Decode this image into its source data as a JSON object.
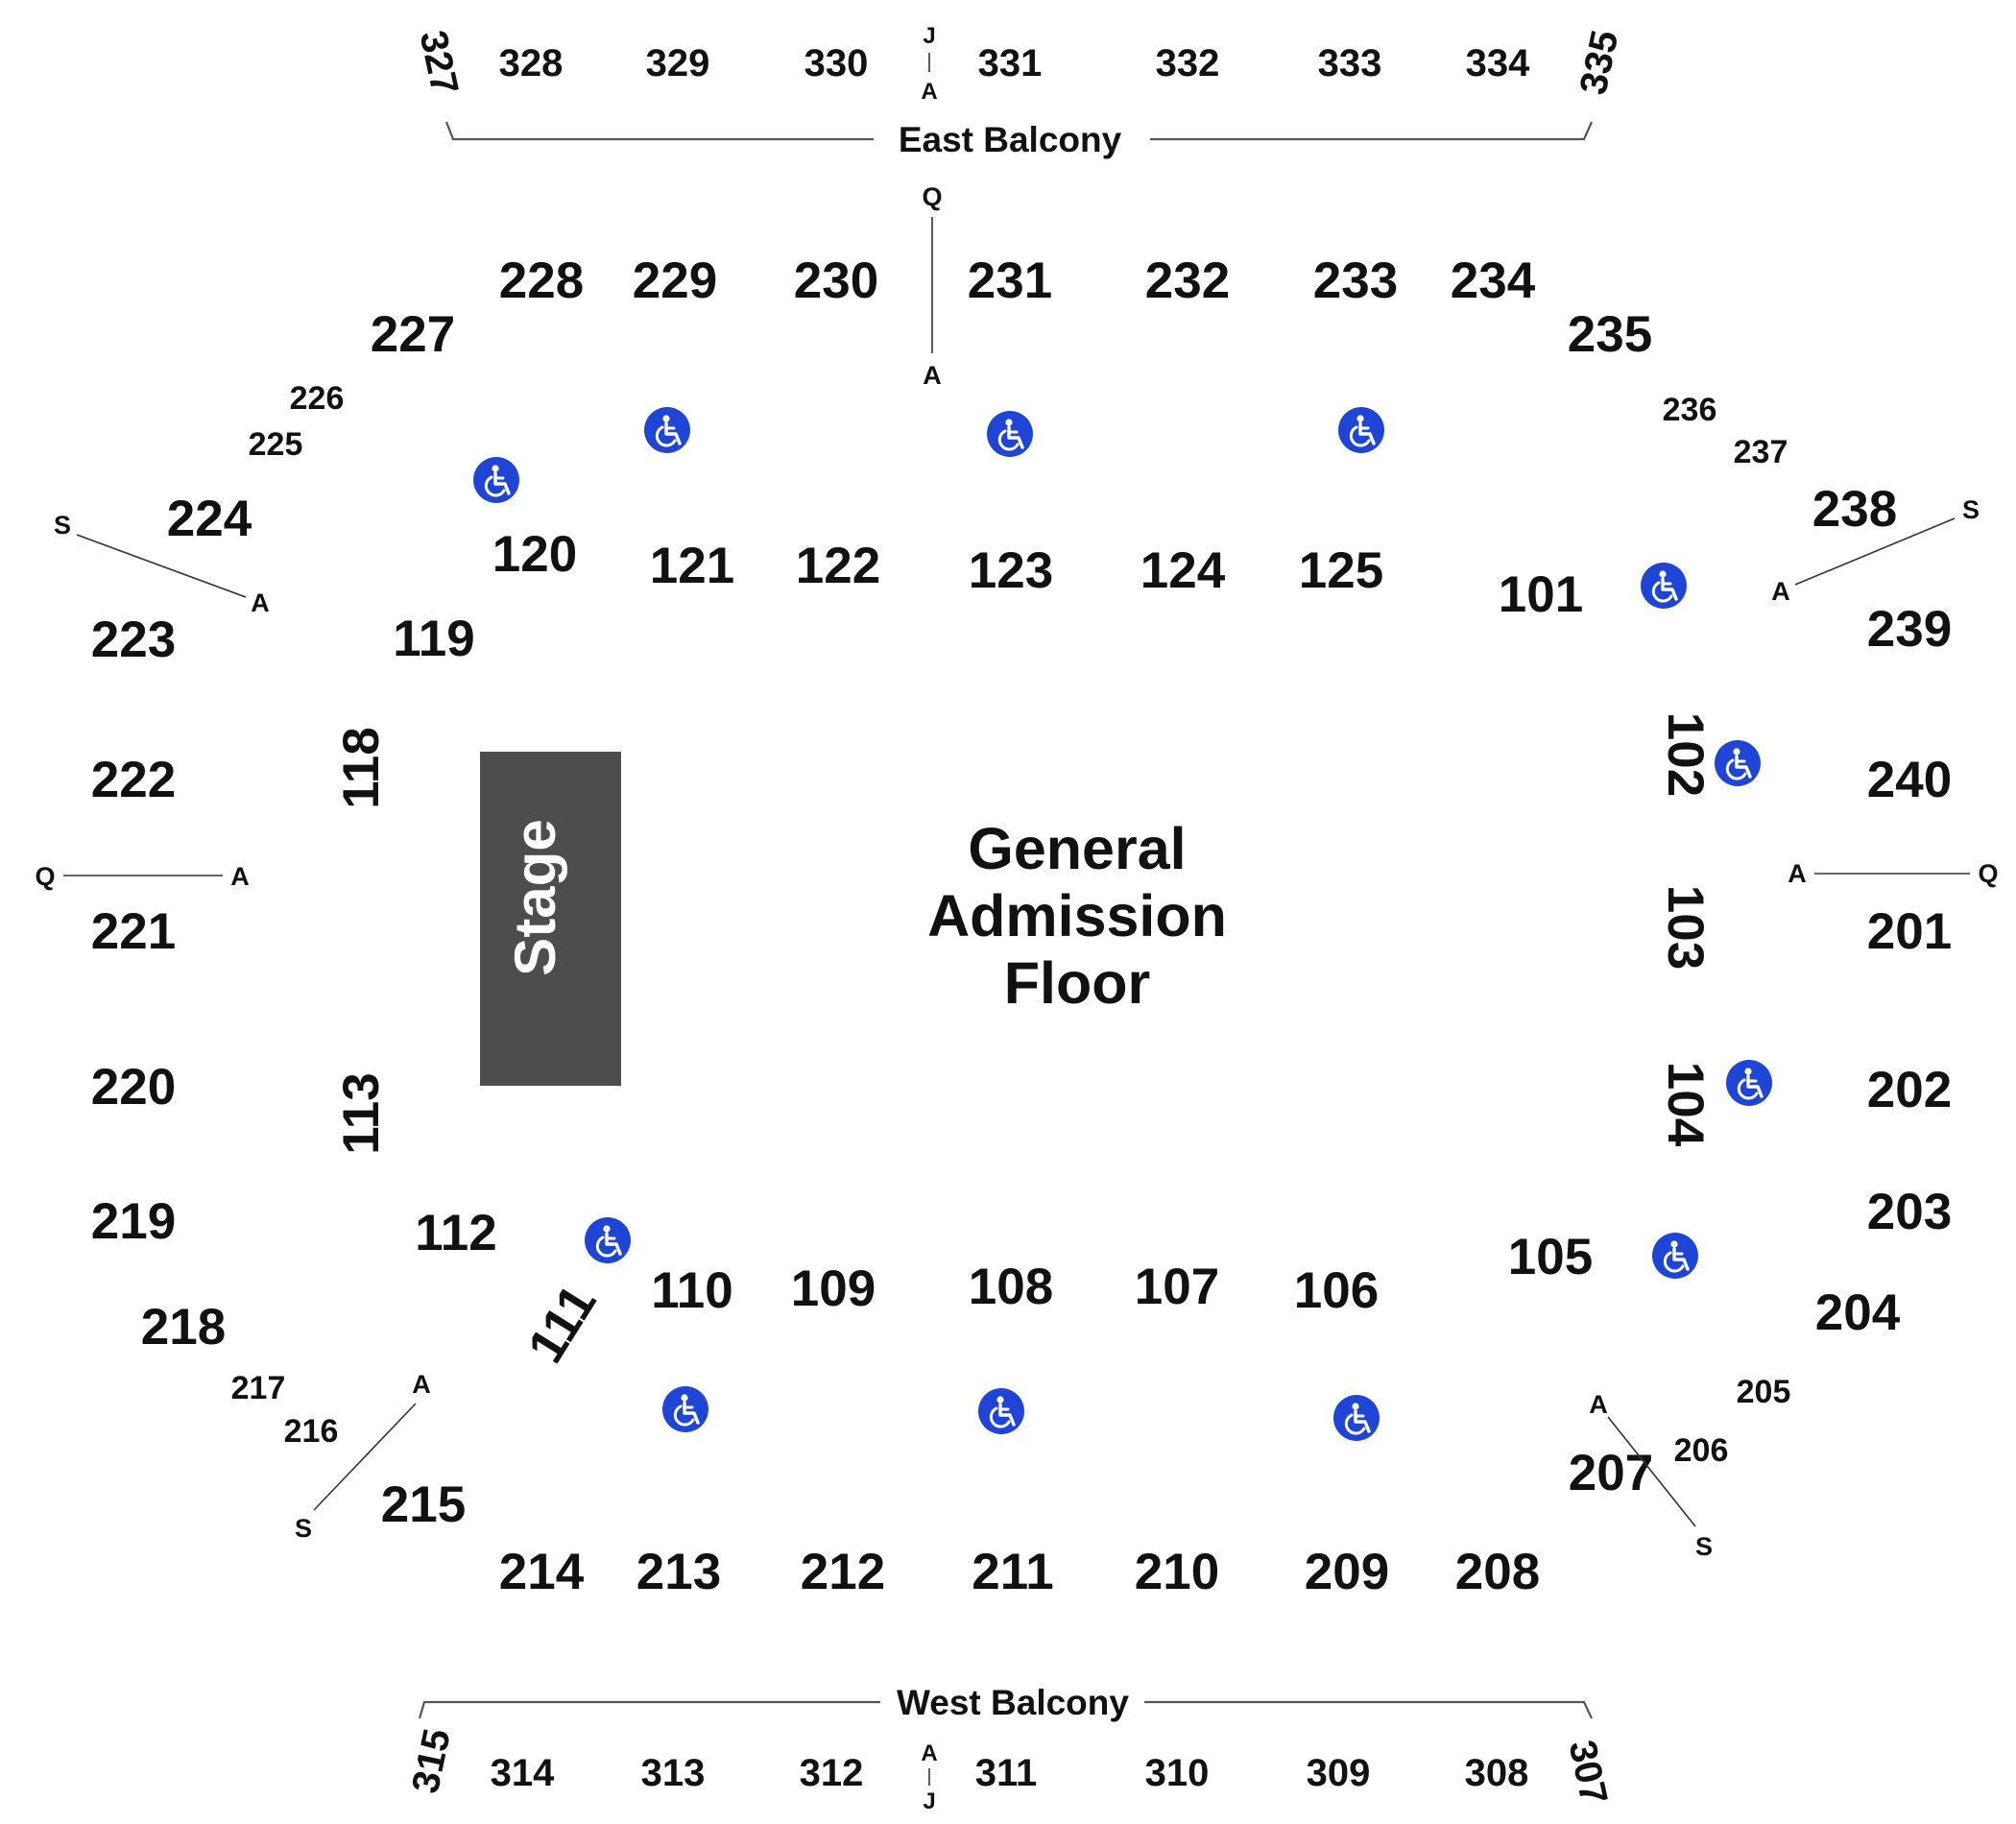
{
  "floor": {
    "line1": "General",
    "line2": "Admission",
    "line3": "Floor"
  },
  "stage": {
    "label": "Stage",
    "color": "#4d4d4d"
  },
  "balconies": {
    "east": "East Balcony",
    "west": "West Balcony"
  },
  "accessible_icon": {
    "name": "wheelchair-icon",
    "color": "#1f45d6"
  },
  "sections": {
    "s101": "101",
    "s102": "102",
    "s103": "103",
    "s104": "104",
    "s105": "105",
    "s106": "106",
    "s107": "107",
    "s108": "108",
    "s109": "109",
    "s110": "110",
    "s111": "111",
    "s112": "112",
    "s113": "113",
    "s118": "118",
    "s119": "119",
    "s120": "120",
    "s121": "121",
    "s122": "122",
    "s123": "123",
    "s124": "124",
    "s125": "125",
    "s201": "201",
    "s202": "202",
    "s203": "203",
    "s204": "204",
    "s205": "205",
    "s206": "206",
    "s207": "207",
    "s208": "208",
    "s209": "209",
    "s210": "210",
    "s211": "211",
    "s212": "212",
    "s213": "213",
    "s214": "214",
    "s215": "215",
    "s216": "216",
    "s217": "217",
    "s218": "218",
    "s219": "219",
    "s220": "220",
    "s221": "221",
    "s222": "222",
    "s223": "223",
    "s224": "224",
    "s225": "225",
    "s226": "226",
    "s227": "227",
    "s228": "228",
    "s229": "229",
    "s230": "230",
    "s231": "231",
    "s232": "232",
    "s233": "233",
    "s234": "234",
    "s235": "235",
    "s236": "236",
    "s237": "237",
    "s238": "238",
    "s239": "239",
    "s240": "240",
    "s307": "307",
    "s308": "308",
    "s309": "309",
    "s310": "310",
    "s311": "311",
    "s312": "312",
    "s313": "313",
    "s314": "314",
    "s315": "315",
    "s327": "327",
    "s328": "328",
    "s329": "329",
    "s330": "330",
    "s331": "331",
    "s332": "332",
    "s333": "333",
    "s334": "334",
    "s335": "335"
  },
  "rows": {
    "a": "A",
    "j": "J",
    "q": "Q",
    "s": "S"
  }
}
